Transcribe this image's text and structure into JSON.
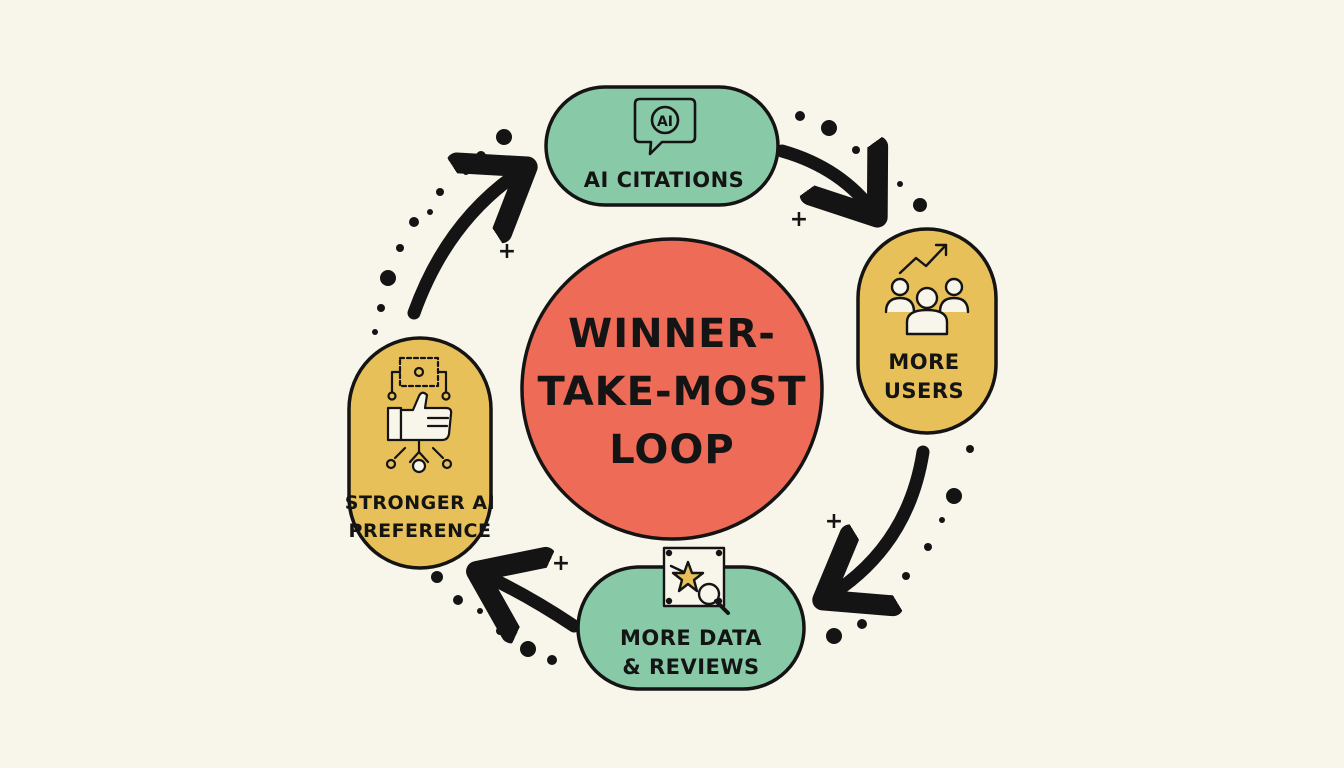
{
  "title_lines": [
    "WINNER-",
    "TAKE-MOST",
    "LOOP"
  ],
  "nodes": {
    "ai_citations": {
      "label": "AI CITATIONS",
      "icon": "ai-chat-bubble-icon"
    },
    "more_users": {
      "lines": [
        "MORE",
        "USERS"
      ],
      "icon": "users-growth-icon"
    },
    "more_data": {
      "lines": [
        "MORE DATA",
        "& REVIEWS"
      ],
      "icon": "star-magnifier-icon"
    },
    "stronger_pref": {
      "lines": [
        "STRONGER AI",
        "PREFERENCE"
      ],
      "icon": "thumbs-up-network-icon"
    }
  },
  "plus_sign": "+",
  "ai_badge": "AI",
  "colors": {
    "background": "#f8f5ea",
    "center": "#ee6c57",
    "green": "#88c9a7",
    "yellow": "#e8c05a",
    "ink": "#141414"
  }
}
